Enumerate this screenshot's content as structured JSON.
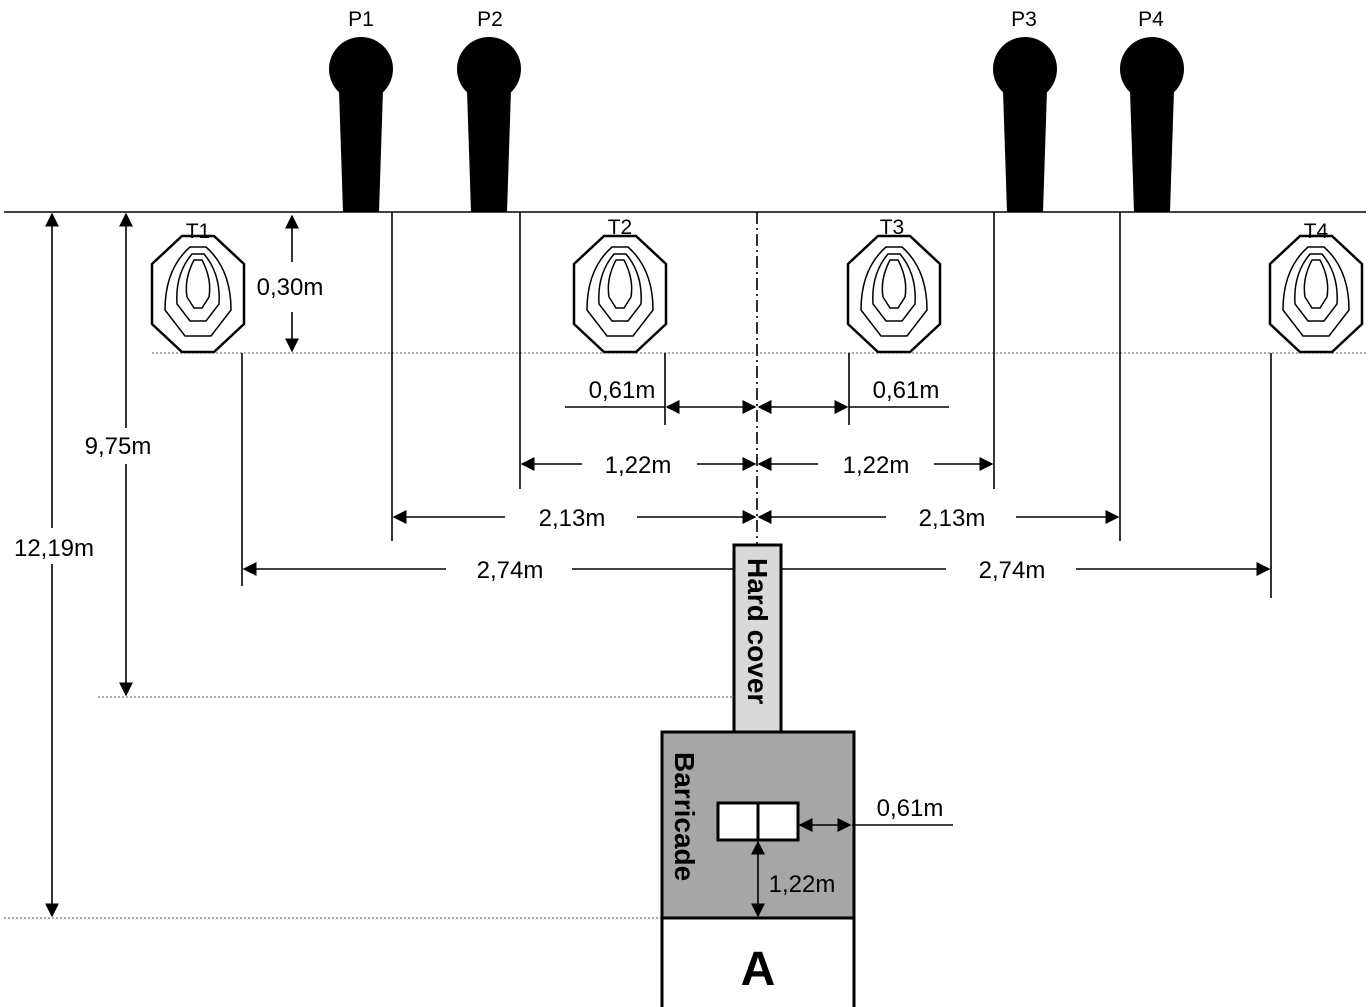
{
  "poppers": [
    {
      "label": "P1"
    },
    {
      "label": "P2"
    },
    {
      "label": "P3"
    },
    {
      "label": "P4"
    }
  ],
  "targets": [
    {
      "label": "T1"
    },
    {
      "label": "T2"
    },
    {
      "label": "T3"
    },
    {
      "label": "T4"
    }
  ],
  "dimensions": {
    "target_height": "0,30m",
    "center_offset_left": "0,61m",
    "center_offset_right": "0,61m",
    "p2_offset": "1,22m",
    "p3_offset": "1,22m",
    "p1_offset": "2,13m",
    "p4_offset": "2,13m",
    "t1_offset": "2,74m",
    "t4_offset": "2,74m",
    "distance_targets": "9,75m",
    "distance_total": "12,19m",
    "port_side": "0,61m",
    "port_height": "1,22m"
  },
  "hard_cover": {
    "label": "Hard cover"
  },
  "barricade": {
    "label": "Barricade"
  },
  "shooting_area": {
    "label": "A"
  },
  "colors": {
    "ink": "#000000",
    "barricade_fill": "#a6a6a6",
    "hard_cover_fill": "#d9d9d9"
  }
}
